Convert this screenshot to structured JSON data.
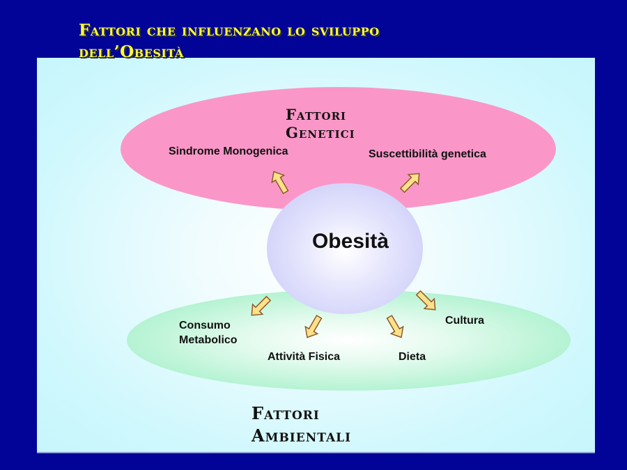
{
  "slide": {
    "title_line1": "Fattori che influenzano lo sviluppo",
    "title_line2": "dell’Obesità",
    "colors": {
      "background": "#020497",
      "title": "#FFFF33",
      "panel": "#c6f6fc",
      "genetic_ellipse": "#fa97c8",
      "environment_ellipse": "#9cefc6",
      "center_circle": "#c5c5f8",
      "arrow_fill": "#fde08a"
    }
  },
  "diagram": {
    "center": "Obesità",
    "genetic": {
      "header_line1": "Fattori",
      "header_line2": "Genetici",
      "items": [
        "Sindrome Monogenica",
        "Suscettibilità genetica"
      ]
    },
    "environmental": {
      "header_line1": "Fattori",
      "header_line2": "Ambientali",
      "items": [
        {
          "line1": "Consumo",
          "line2": "Metabolico"
        },
        {
          "line1": "Attività Fisica"
        },
        {
          "line1": "Dieta"
        },
        {
          "line1": "Cultura"
        }
      ]
    }
  }
}
